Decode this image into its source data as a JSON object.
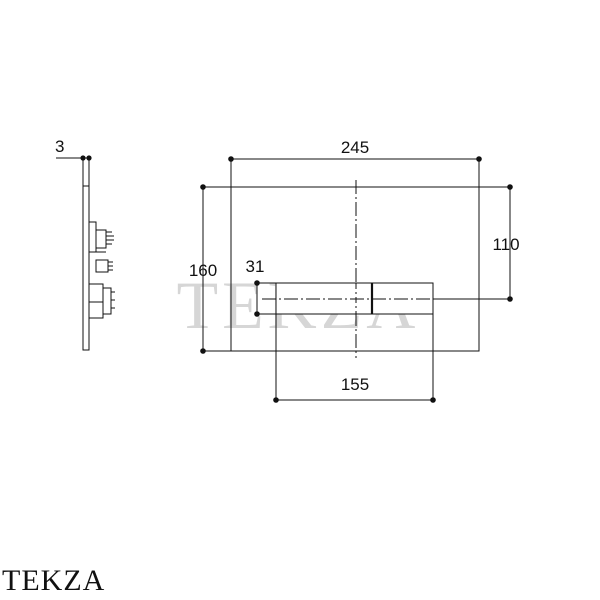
{
  "dimensions": {
    "depth": "3",
    "width": "245",
    "height": "160",
    "button_offset": "110",
    "button_height": "31",
    "button_width": "155"
  },
  "watermark": "TEKZA",
  "brand": "TEKZA",
  "colors": {
    "line": "#111111",
    "watermark": "#d6d6d6"
  }
}
